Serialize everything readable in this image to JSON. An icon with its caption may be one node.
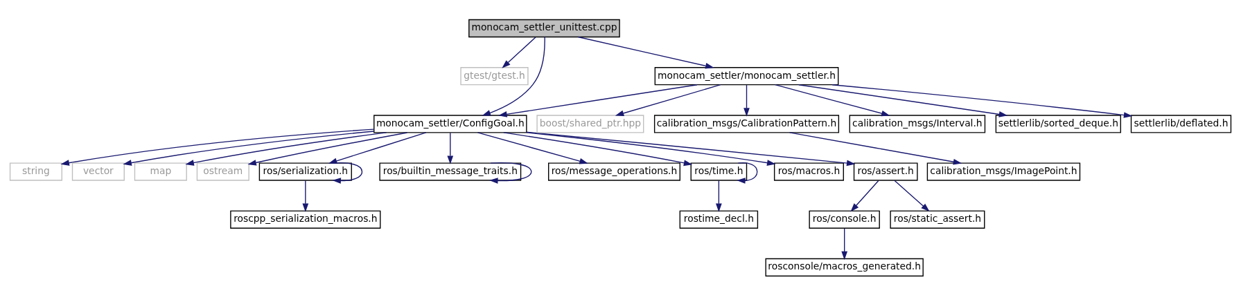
{
  "diagram": {
    "nodes": [
      {
        "text": [
          "monocam_settler_unittest.cpp"
        ]
      },
      {
        "text": [
          "gtest/gtest.h"
        ]
      },
      {
        "text": [
          "monocam_settler/ConfigGoal.h"
        ]
      },
      {
        "text": [
          "monocam_settler/monocam_settler.h"
        ]
      },
      {
        "text": [
          "boost/shared_ptr.hpp"
        ]
      },
      {
        "text": [
          "calibration_msgs/CalibrationPattern.h"
        ]
      },
      {
        "text": [
          "calibration_msgs/Interval.h"
        ]
      },
      {
        "text": [
          "settlerlib/sorted_deque.h"
        ]
      },
      {
        "text": [
          "settlerlib/deflated.h"
        ]
      },
      {
        "text": [
          "string"
        ]
      },
      {
        "text": [
          "vector"
        ]
      },
      {
        "text": [
          "map"
        ]
      },
      {
        "text": [
          "ostream"
        ]
      },
      {
        "text": [
          "ros/serialization.h"
        ]
      },
      {
        "text": [
          "ros/builtin_message_traits.h"
        ]
      },
      {
        "text": [
          "ros/message_operations.h"
        ]
      },
      {
        "text": [
          "ros/time.h"
        ]
      },
      {
        "text": [
          "ros/macros.h"
        ]
      },
      {
        "text": [
          "ros/assert.h"
        ]
      },
      {
        "text": [
          "calibration_msgs/ImagePoint.h"
        ]
      },
      {
        "text": [
          "roscpp_serialization_macros.h"
        ]
      },
      {
        "text": [
          "rostime_decl.h"
        ]
      },
      {
        "text": [
          "ros/console.h"
        ]
      },
      {
        "text": [
          "ros/static_assert.h"
        ]
      },
      {
        "text": [
          "rosconsole/macros_generated.h"
        ]
      }
    ],
    "edges": [
      {
        "from": 0,
        "to": 1,
        "arrow": "to"
      },
      {
        "from": 0,
        "to": 2,
        "arrow": "to"
      },
      {
        "from": 0,
        "to": 3,
        "arrow": "to"
      },
      {
        "from": 3,
        "to": 2,
        "arrow": "to"
      },
      {
        "from": 3,
        "to": 4,
        "arrow": "to"
      },
      {
        "from": 3,
        "to": 5,
        "arrow": "to"
      },
      {
        "from": 3,
        "to": 6,
        "arrow": "to"
      },
      {
        "from": 3,
        "to": 7,
        "arrow": "to"
      },
      {
        "from": 3,
        "to": 8,
        "arrow": "to"
      },
      {
        "from": 2,
        "to": 9,
        "arrow": "to"
      },
      {
        "from": 2,
        "to": 10,
        "arrow": "to"
      },
      {
        "from": 2,
        "to": 11,
        "arrow": "to"
      },
      {
        "from": 2,
        "to": 12,
        "arrow": "to"
      },
      {
        "from": 2,
        "to": 13,
        "arrow": "to"
      },
      {
        "from": 2,
        "to": 14,
        "arrow": "to"
      },
      {
        "from": 2,
        "to": 15,
        "arrow": "to"
      },
      {
        "from": 2,
        "to": 16,
        "arrow": "to"
      },
      {
        "from": 2,
        "to": 17,
        "arrow": "to"
      },
      {
        "from": 2,
        "to": 18,
        "arrow": "to"
      },
      {
        "from": 5,
        "to": 19,
        "arrow": "to"
      },
      {
        "from": 13,
        "to": 13,
        "arrow": "to"
      },
      {
        "from": 13,
        "to": 20,
        "arrow": "to"
      },
      {
        "from": 14,
        "to": 14,
        "arrow": "to"
      },
      {
        "from": 16,
        "to": 16,
        "arrow": "to"
      },
      {
        "from": 16,
        "to": 21,
        "arrow": "to"
      },
      {
        "from": 18,
        "to": 22,
        "arrow": "to"
      },
      {
        "from": 18,
        "to": 23,
        "arrow": "to"
      },
      {
        "from": 22,
        "to": 24,
        "arrow": "to"
      }
    ]
  }
}
